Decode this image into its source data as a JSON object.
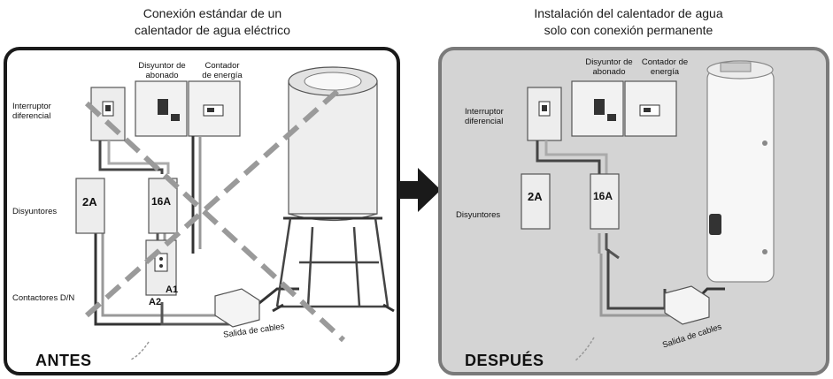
{
  "left_panel": {
    "title": "Conexión estándar de un calentador de agua eléctrico",
    "title_line1": "Conexión estándar de un",
    "title_line2": "calentador de agua eléctrico",
    "stamp": "ANTES",
    "labels": {
      "breaker_subscriber_1": "Disyuntor de",
      "breaker_subscriber_2": "abonado",
      "energy_meter_1": "Contador",
      "energy_meter_2": "de energía",
      "differential_1": "Interruptor",
      "differential_2": "diferencial",
      "breakers": "Disyuntores",
      "contactors": "Contactores D/N",
      "cable_outlet": "Salida de cables",
      "breaker_2a": "2A",
      "breaker_16a": "16A",
      "a2": "A2",
      "a1": "A1"
    }
  },
  "right_panel": {
    "title_line1": "Instalación del calentador de agua",
    "title_line2": "solo con conexión permanente",
    "stamp": "DESPUÉS",
    "labels": {
      "breaker_subscriber_1": "Disyuntor de",
      "breaker_subscriber_2": "abonado",
      "energy_meter_1": "Contador de",
      "energy_meter_2": "energía",
      "differential_1": "Interruptor",
      "differential_2": "diferencial",
      "breakers": "Disyuntores",
      "cable_outlet": "Salida de cables",
      "breaker_2a": "2A",
      "breaker_16a": "16A"
    }
  },
  "colors": {
    "frame_before": "#1a1a1a",
    "frame_after": "#7a7a7a",
    "panel_after_bg": "#d4d4d4",
    "cross_dash": "#9a9a9a",
    "arrow": "#1a1a1a"
  }
}
